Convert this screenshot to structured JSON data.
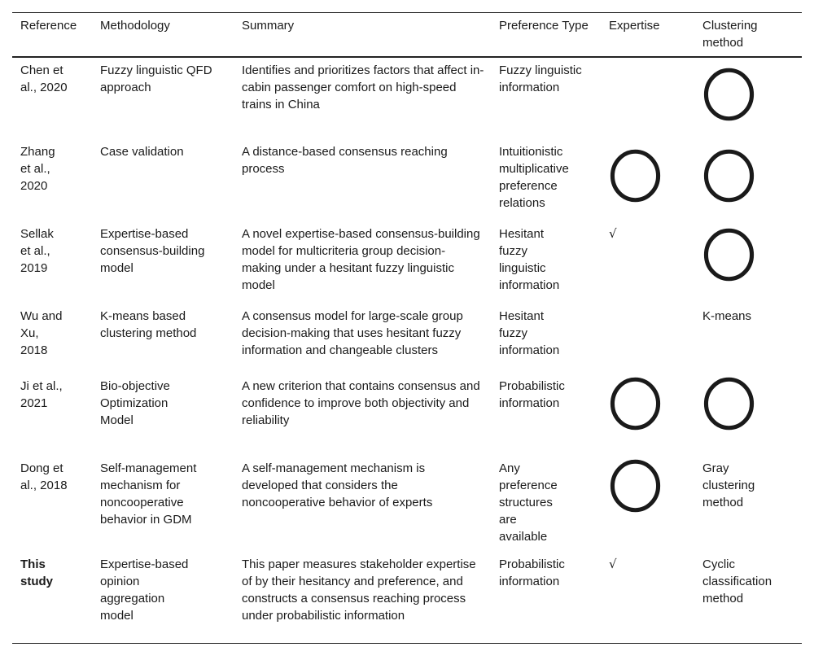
{
  "headers": [
    "Reference",
    "Methodology",
    "Summary",
    "Preference Type",
    "Expertise",
    "Clustering method"
  ],
  "symbols": {
    "circle": "circle-icon",
    "check": "√"
  },
  "rows": [
    {
      "reference": "Chen et al., 2020",
      "methodology": "Fuzzy linguistic QFD approach",
      "summary": "Identifies and prioritizes factors that affect in-cabin passenger comfort on high-speed trains in China",
      "preference": "Fuzzy linguistic information",
      "expertise": "",
      "clustering": ""
    },
    {
      "reference": "Zhang et al., 2020",
      "methodology": "Case validation",
      "summary": "A distance-based consensus reaching process",
      "preference": "Intuitionistic multiplicative preference relations",
      "expertise": "",
      "clustering": ""
    },
    {
      "reference": "Sellak et al., 2019",
      "methodology": "Expertise-based consensus-building model",
      "summary": "A novel expertise-based consensus-building model for multicriteria group decision-making under a hesitant fuzzy linguistic model",
      "preference": "Hesitant fuzzy linguistic information",
      "expertise": "√",
      "clustering": ""
    },
    {
      "reference": "Wu and Xu, 2018",
      "methodology": "K-means based clustering method",
      "summary": "A consensus model for large-scale group decision-making that uses hesitant fuzzy information and changeable clusters",
      "preference": "Hesitant fuzzy information",
      "expertise": "",
      "clustering": "K-means"
    },
    {
      "reference": "Ji et al., 2021",
      "methodology": "Bio-objective Optimization Model",
      "summary": "A new criterion that contains consensus and confidence to improve both objectivity and reliability",
      "preference": "Probabilistic information",
      "expertise": "",
      "clustering": ""
    },
    {
      "reference": "Dong et al., 2018",
      "methodology": "Self-management mechanism for noncooperative behavior in GDM",
      "summary": "A self-management mechanism is developed that considers the noncooperative behavior of experts",
      "preference": "Any preference structures are available",
      "expertise": "",
      "clustering": "Gray clustering method"
    },
    {
      "reference": "This study",
      "methodology": "Expertise-based opinion aggregation model",
      "summary": "This paper measures stakeholder expertise of by their hesitancy and preference, and constructs a consensus reaching process under probabilistic information",
      "preference": "Probabilistic information",
      "expertise": "√",
      "clustering": "Cyclic classification method"
    }
  ]
}
